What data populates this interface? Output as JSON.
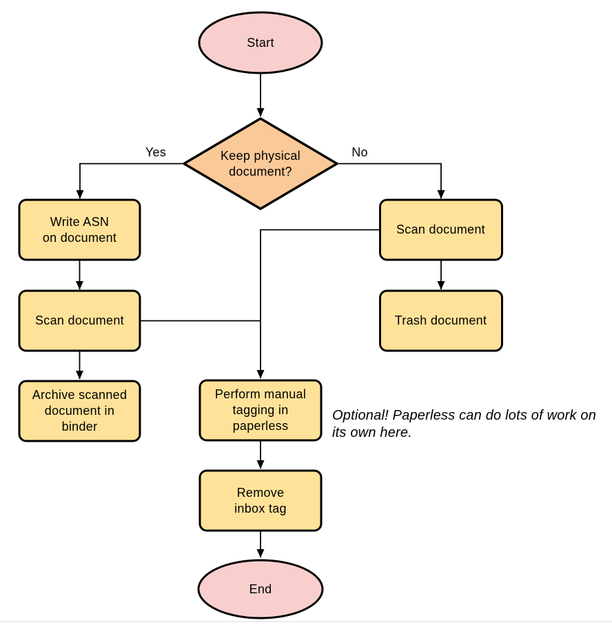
{
  "diagram": {
    "type": "flowchart",
    "nodes": {
      "start": {
        "label": "Start",
        "shape": "terminator"
      },
      "decision": {
        "label": "Keep physical\ndocument?",
        "shape": "decision"
      },
      "write_asn": {
        "label": "Write ASN\non document",
        "shape": "process"
      },
      "scan_left": {
        "label": "Scan document",
        "shape": "process"
      },
      "archive": {
        "label": "Archive scanned\ndocument in\nbinder",
        "shape": "process"
      },
      "scan_right": {
        "label": "Scan document",
        "shape": "process"
      },
      "trash": {
        "label": "Trash document",
        "shape": "process"
      },
      "tagging": {
        "label": "Perform manual\ntagging in\npaperless",
        "shape": "process"
      },
      "remove_inbox": {
        "label": "Remove\ninbox tag",
        "shape": "process"
      },
      "end": {
        "label": "End",
        "shape": "terminator"
      }
    },
    "edge_labels": {
      "yes": "Yes",
      "no": "No"
    },
    "note": {
      "text": "Optional! Paperless can do lots of work on\nits own here."
    },
    "colors": {
      "terminator_fill": "#f9cfcd",
      "decision_fill": "#fac998",
      "process_fill": "#ffe299",
      "stroke": "#000000"
    }
  }
}
